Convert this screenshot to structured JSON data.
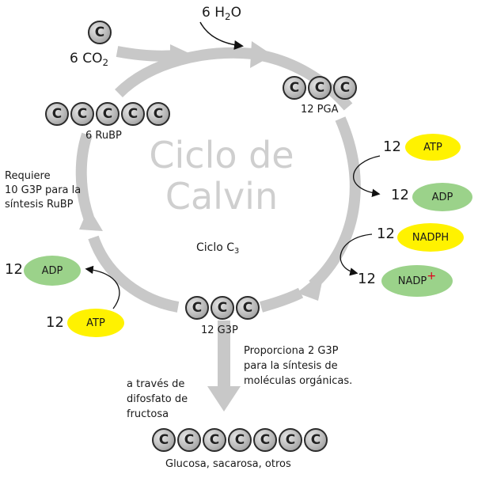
{
  "title": {
    "line1": "Ciclo de",
    "line2": "Calvin"
  },
  "subtitle": {
    "text": "Ciclo C",
    "sub": "3"
  },
  "molecule_letter": "C",
  "inputs": {
    "co2": {
      "coef": "6 CO",
      "sub": "2"
    },
    "h2o": {
      "prefix": "6 H",
      "sub": "2",
      "suffix": "O"
    }
  },
  "pga": {
    "label": "12 PGA"
  },
  "rubp": {
    "label": "6 RuBP"
  },
  "g3p": {
    "label": "12 G3P"
  },
  "product": {
    "label": "Glucosa, sacarosa, otros"
  },
  "energy": {
    "right_atp": {
      "count": "12",
      "label": "ATP"
    },
    "right_adp": {
      "count": "12",
      "label": "ADP"
    },
    "nadph": {
      "count": "12",
      "label": "NADPH"
    },
    "nadp": {
      "count": "12",
      "label": "NADP",
      "sup": "+"
    },
    "left_adp": {
      "count": "12",
      "label": "ADP"
    },
    "left_atp": {
      "count": "12",
      "label": "ATP"
    }
  },
  "notes": {
    "requires": [
      "Requiere",
      "10 G3P para la",
      "síntesis RuBP"
    ],
    "provides": [
      "Proporciona 2 G3P",
      "para la síntesis de",
      "moléculas orgánicas."
    ],
    "via": [
      "a través de",
      "difosfato de",
      "fructosa"
    ]
  },
  "colors": {
    "cycle": "#c8c8c8",
    "atp": "#fff200",
    "adp": "#9bd28a",
    "nadp_plus": "#e0001b"
  }
}
